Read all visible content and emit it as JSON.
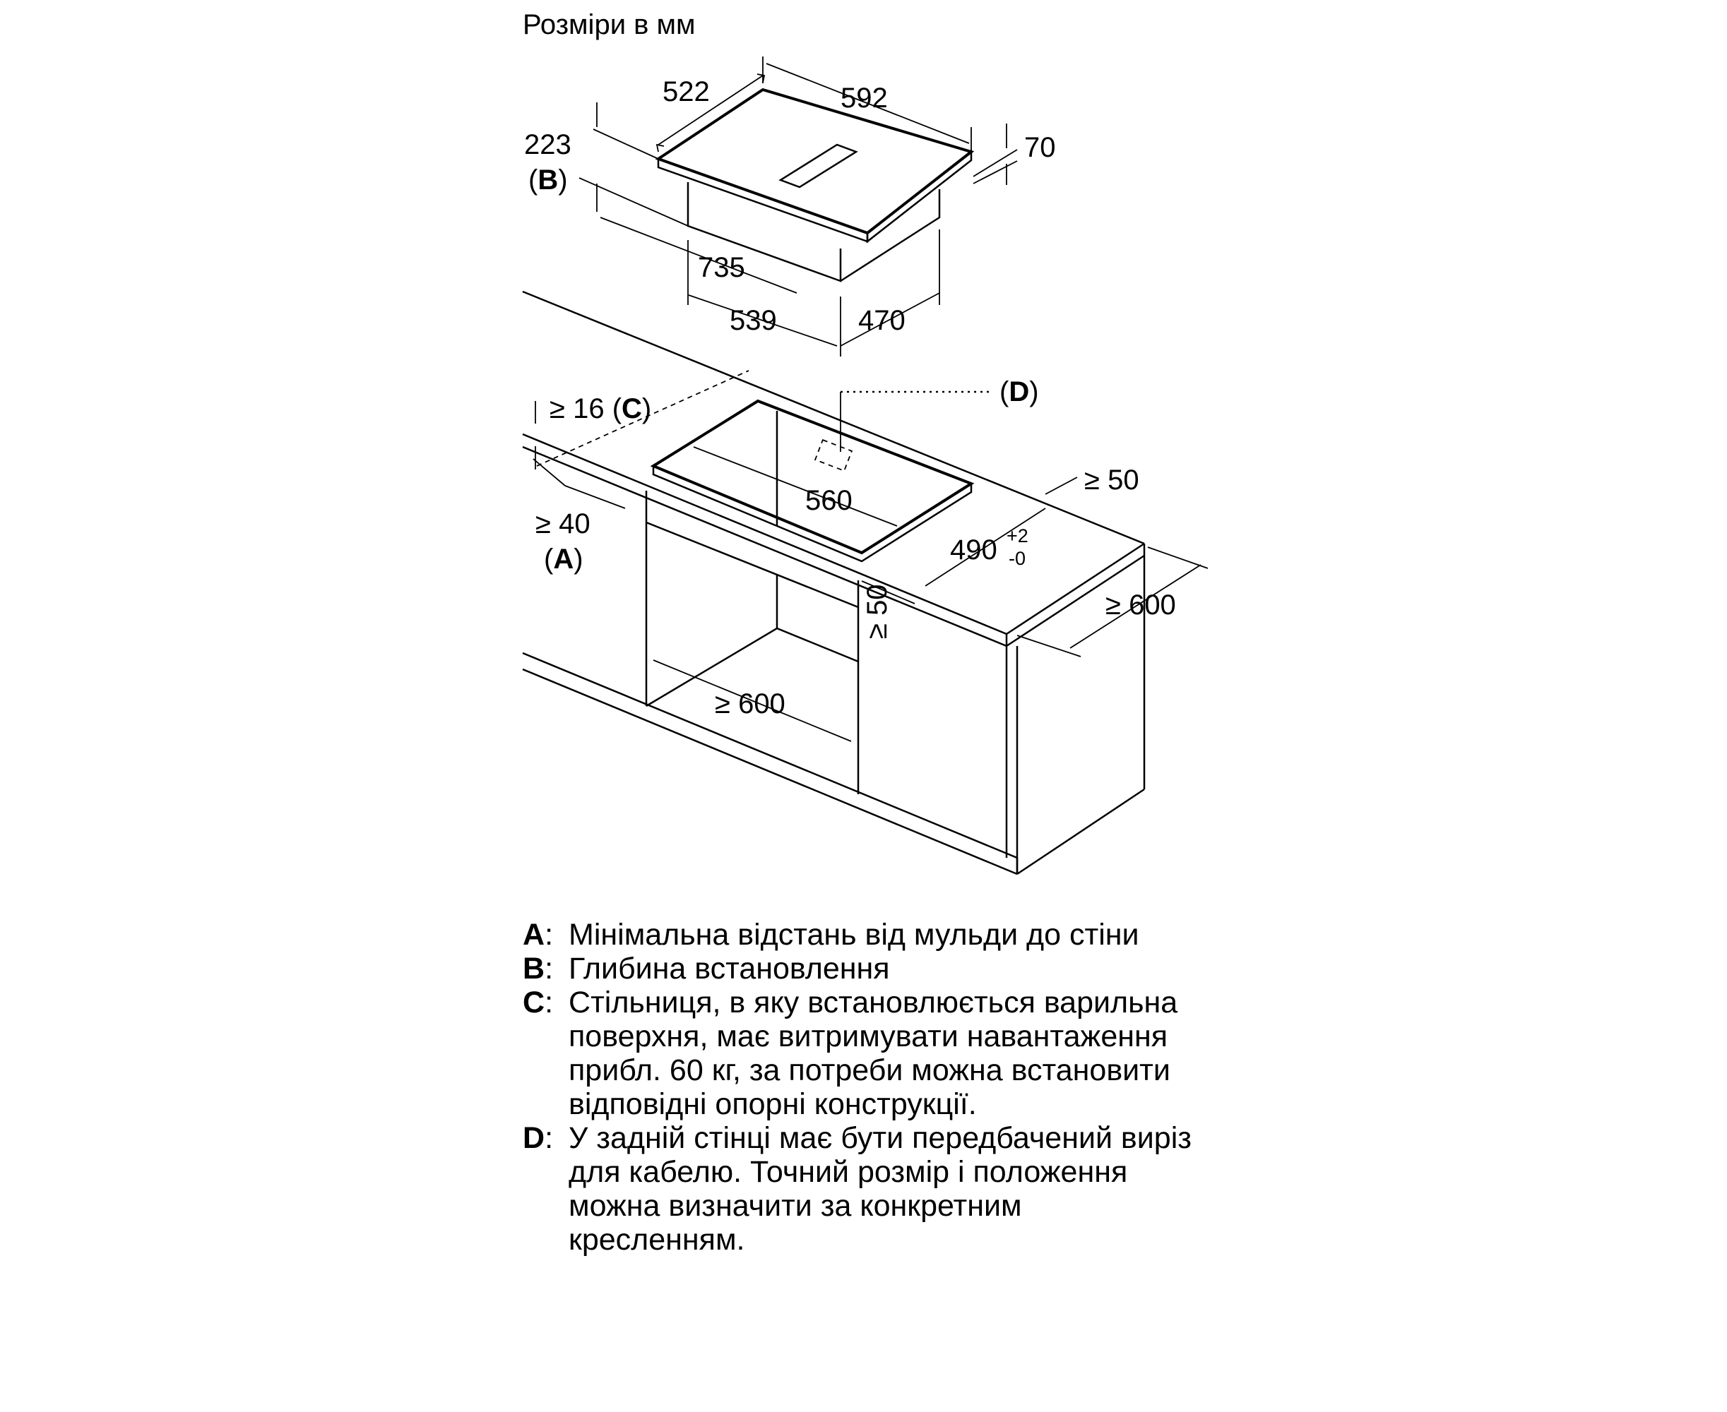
{
  "title": "Розміри в мм",
  "dimensions": {
    "appliance_depth": "522",
    "appliance_width": "592",
    "appliance_thickness": "70",
    "install_depth": "223",
    "install_depth_ref_open": "(",
    "install_depth_ref_key": "B",
    "install_depth_ref_close": ")",
    "body_width": "735",
    "body_width2": "539",
    "body_depth": "470",
    "worktop_thickness": "≥ 16",
    "worktop_ref_open": "(",
    "worktop_ref_key": "C",
    "worktop_ref_close": ")",
    "wall_distance": "≥ 40",
    "wall_ref_open": "(",
    "wall_ref_key": "A",
    "wall_ref_close": ")",
    "cutout_width": "560",
    "cutout_depth": "490",
    "cutout_tol_plus": "+2",
    "cutout_tol_minus": "-0",
    "front_edge": "≥ 50",
    "side_edge": "≥ 50",
    "cabinet_depth": "≥ 600",
    "cabinet_width": "≥ 600",
    "cable_ref_open": "(",
    "cable_ref_key": "D",
    "cable_ref_close": ")"
  },
  "legend": [
    {
      "key": "A",
      "sep": ":",
      "text": "Мінімальна відстань від мульди до стіни"
    },
    {
      "key": "B",
      "sep": ":",
      "text": "Глибина встановлення"
    },
    {
      "key": "C",
      "sep": ":",
      "text": "Стільниця, в яку встановлюється варильна поверхня, має витримувати навантаження прибл. 60 кг, за потреби можна встановити відповідні опорні конструкції."
    },
    {
      "key": "D",
      "sep": ":",
      "text": "У задній стінці має бути передбачений виріз для кабелю. Точний розмір і положення можна визначити за конкретним кресленням."
    }
  ]
}
